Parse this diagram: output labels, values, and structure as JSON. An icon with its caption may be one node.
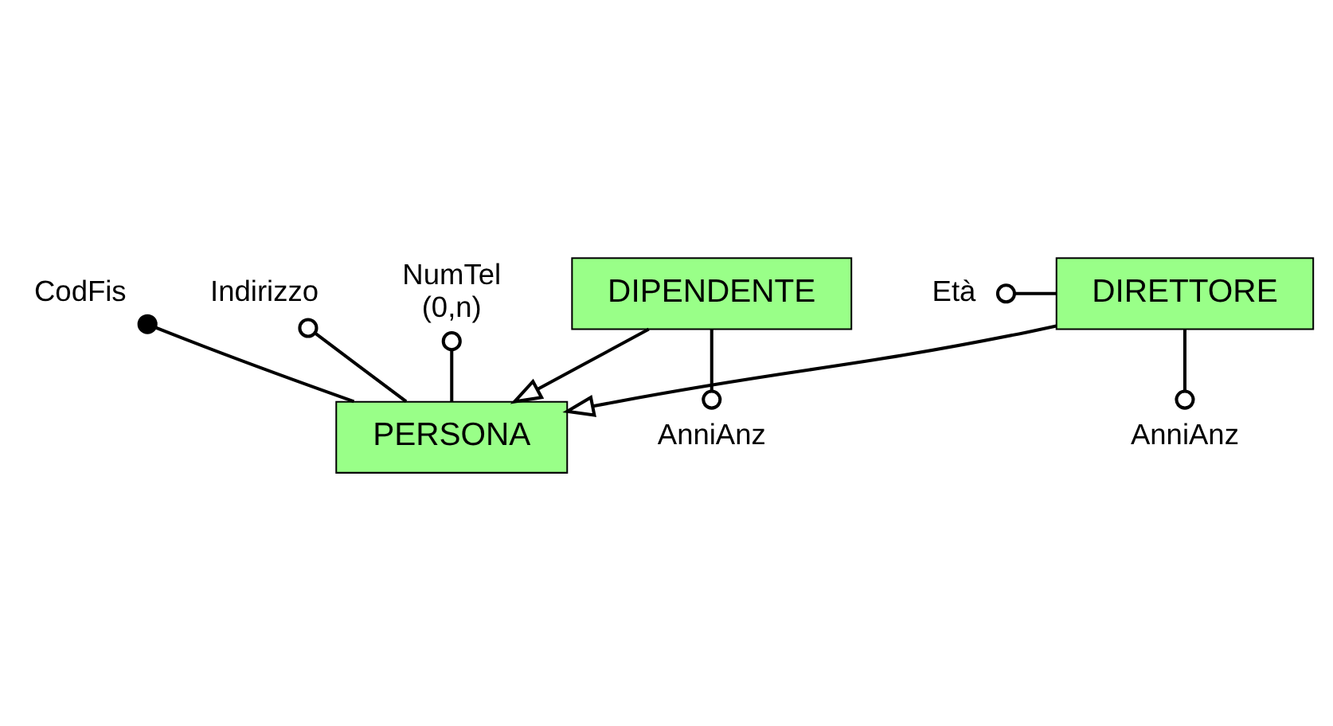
{
  "diagram": {
    "nodes": [
      {
        "text": [
          "PERSONA"
        ]
      },
      {
        "text": [
          "CodFis"
        ]
      },
      {
        "text": [
          "Indirizzo"
        ]
      },
      {
        "text": [
          "NumTel"
        ],
        "beside": [
          "(0,n)"
        ]
      },
      {
        "text": [
          "DIRETTORE"
        ]
      },
      {
        "text": [
          "Età"
        ]
      },
      {
        "text": [
          "AnniAnz"
        ]
      },
      {
        "text": [
          "DIPENDENTE"
        ]
      },
      {
        "text": [
          "AnniAnz"
        ]
      }
    ],
    "edges": [
      {
        "from": 1,
        "to": 0,
        "arrow": "other"
      },
      {
        "from": 2,
        "to": 0,
        "arrow": "other"
      },
      {
        "from": 3,
        "to": 0,
        "arrow": "other"
      },
      {
        "from": 4,
        "to": 0,
        "arrow": "to"
      },
      {
        "from": 7,
        "to": 0,
        "arrow": "to"
      },
      {
        "from": 5,
        "to": 4,
        "arrow": "other"
      },
      {
        "from": 4,
        "to": 6,
        "arrow": "other"
      },
      {
        "from": 7,
        "to": 8,
        "arrow": "other"
      }
    ]
  }
}
